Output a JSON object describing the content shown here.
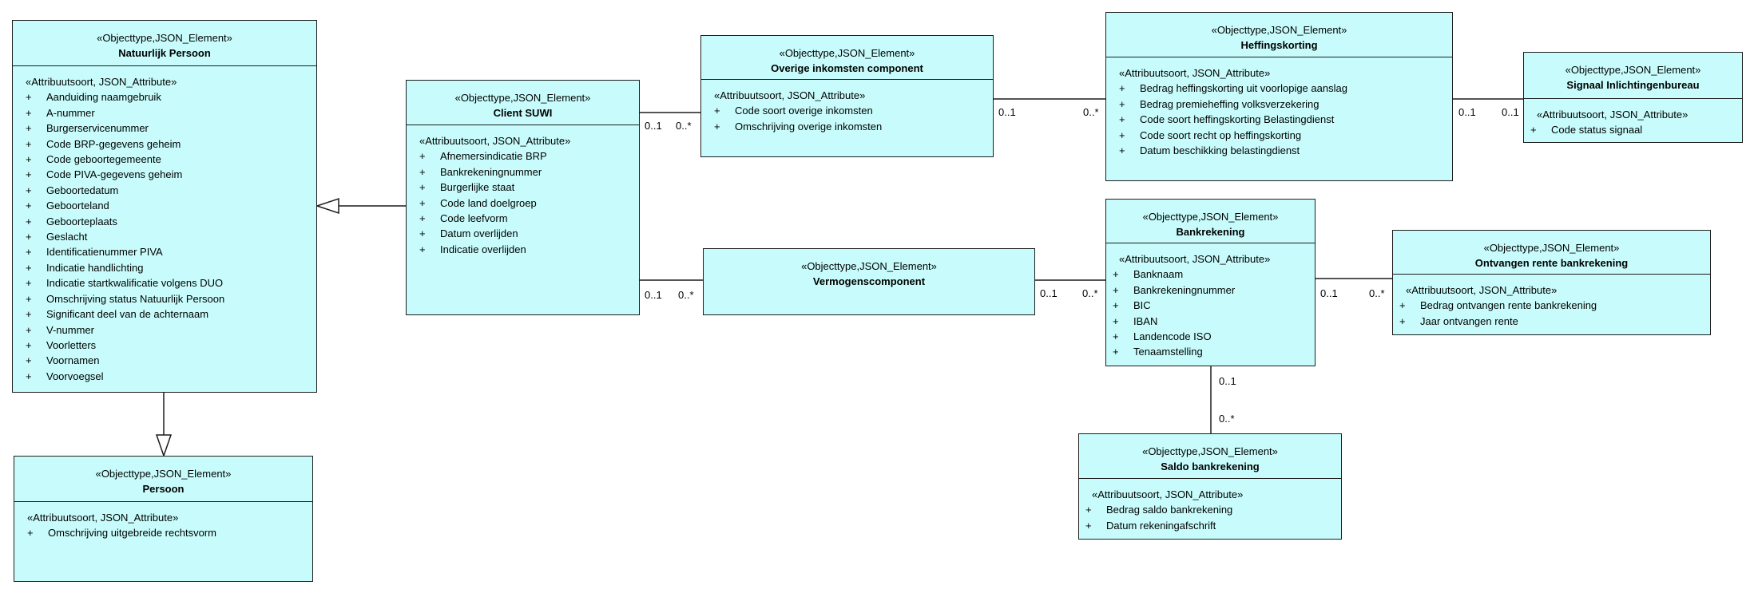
{
  "classes": {
    "natuurlijk_persoon": {
      "stereotype": "«Objecttype,JSON_Element»",
      "name": "Natuurlijk Persoon",
      "attr_stereotype": "«Attribuutsoort, JSON_Attribute»",
      "attributes": [
        "Aanduiding naamgebruik",
        "A-nummer",
        "Burgerservicenummer",
        "Code BRP-gegevens geheim",
        "Code geboortegemeente",
        "Code PIVA-gegevens geheim",
        "Geboortedatum",
        "Geboorteland",
        "Geboorteplaats",
        "Geslacht",
        "Identificatienummer PIVA",
        "Indicatie handlichting",
        "Indicatie startkwalificatie volgens DUO",
        "Omschrijving status Natuurlijk Persoon",
        "Significant deel van de achternaam",
        "V-nummer",
        "Voorletters",
        "Voornamen",
        "Voorvoegsel"
      ]
    },
    "persoon": {
      "stereotype": "«Objecttype,JSON_Element»",
      "name": "Persoon",
      "attr_stereotype": "«Attribuutsoort, JSON_Attribute»",
      "attributes": [
        "Omschrijving uitgebreide rechtsvorm"
      ]
    },
    "client_suwi": {
      "stereotype": "«Objecttype,JSON_Element»",
      "name": "Client SUWI",
      "attr_stereotype": "«Attribuutsoort, JSON_Attribute»",
      "attributes": [
        "Afnemersindicatie BRP",
        "Bankrekeningnummer",
        "Burgerlijke staat",
        "Code land doelgroep",
        "Code leefvorm",
        "Datum overlijden",
        "Indicatie overlijden"
      ]
    },
    "overige_inkomsten": {
      "stereotype": "«Objecttype,JSON_Element»",
      "name": "Overige inkomsten component",
      "attr_stereotype": "«Attribuutsoort, JSON_Attribute»",
      "attributes": [
        "Code soort overige inkomsten",
        "Omschrijving overige inkomsten"
      ]
    },
    "vermogenscomponent": {
      "stereotype": "«Objecttype,JSON_Element»",
      "name": "Vermogenscomponent"
    },
    "heffingskorting": {
      "stereotype": "«Objecttype,JSON_Element»",
      "name": "Heffingskorting",
      "attr_stereotype": "«Attribuutsoort, JSON_Attribute»",
      "attributes": [
        "Bedrag heffingskorting uit voorlopige aanslag",
        "Bedrag premieheffing volksverzekering",
        "Code soort heffingskorting Belastingdienst",
        "Code soort recht op heffingskorting",
        "Datum beschikking belastingdienst"
      ]
    },
    "signaal": {
      "stereotype": "«Objecttype,JSON_Element»",
      "name": "Signaal Inlichtingenbureau",
      "attr_stereotype": "«Attribuutsoort, JSON_Attribute»",
      "attributes": [
        "Code status signaal"
      ]
    },
    "bankrekening": {
      "stereotype": "«Objecttype,JSON_Element»",
      "name": "Bankrekening",
      "attr_stereotype": "«Attribuutsoort, JSON_Attribute»",
      "attributes": [
        "Banknaam",
        "Bankrekeningnummer",
        "BIC",
        "IBAN",
        "Landencode ISO",
        "Tenaamstelling"
      ]
    },
    "ontvangen_rente": {
      "stereotype": "«Objecttype,JSON_Element»",
      "name": "Ontvangen rente bankrekening",
      "attr_stereotype": "«Attribuutsoort, JSON_Attribute»",
      "attributes": [
        "Bedrag ontvangen rente bankrekening",
        "Jaar ontvangen rente"
      ]
    },
    "saldo": {
      "stereotype": "«Objecttype,JSON_Element»",
      "name": "Saldo bankrekening",
      "attr_stereotype": "«Attribuutsoort, JSON_Attribute»",
      "attributes": [
        "Bedrag saldo bankrekening",
        "Datum rekeningafschrift"
      ]
    }
  },
  "visibility_symbol": "+",
  "multiplicities": {
    "client_overige_src": "0..1",
    "client_overige_dst": "0..*",
    "client_vermogen_src": "0..1",
    "client_vermogen_dst": "0..*",
    "overige_heffing_src": "0..1",
    "overige_heffing_dst": "0..*",
    "heffing_signaal_src": "0..1",
    "heffing_signaal_dst": "0..1",
    "vermogen_bank_src": "0..1",
    "vermogen_bank_dst": "0..*",
    "bank_rente_src": "0..1",
    "bank_rente_dst": "0..*",
    "bank_saldo_src": "0..1",
    "bank_saldo_dst": "0..*"
  },
  "colors": {
    "class_fill": "#c8fcfc",
    "line": "#1c1c1c"
  }
}
